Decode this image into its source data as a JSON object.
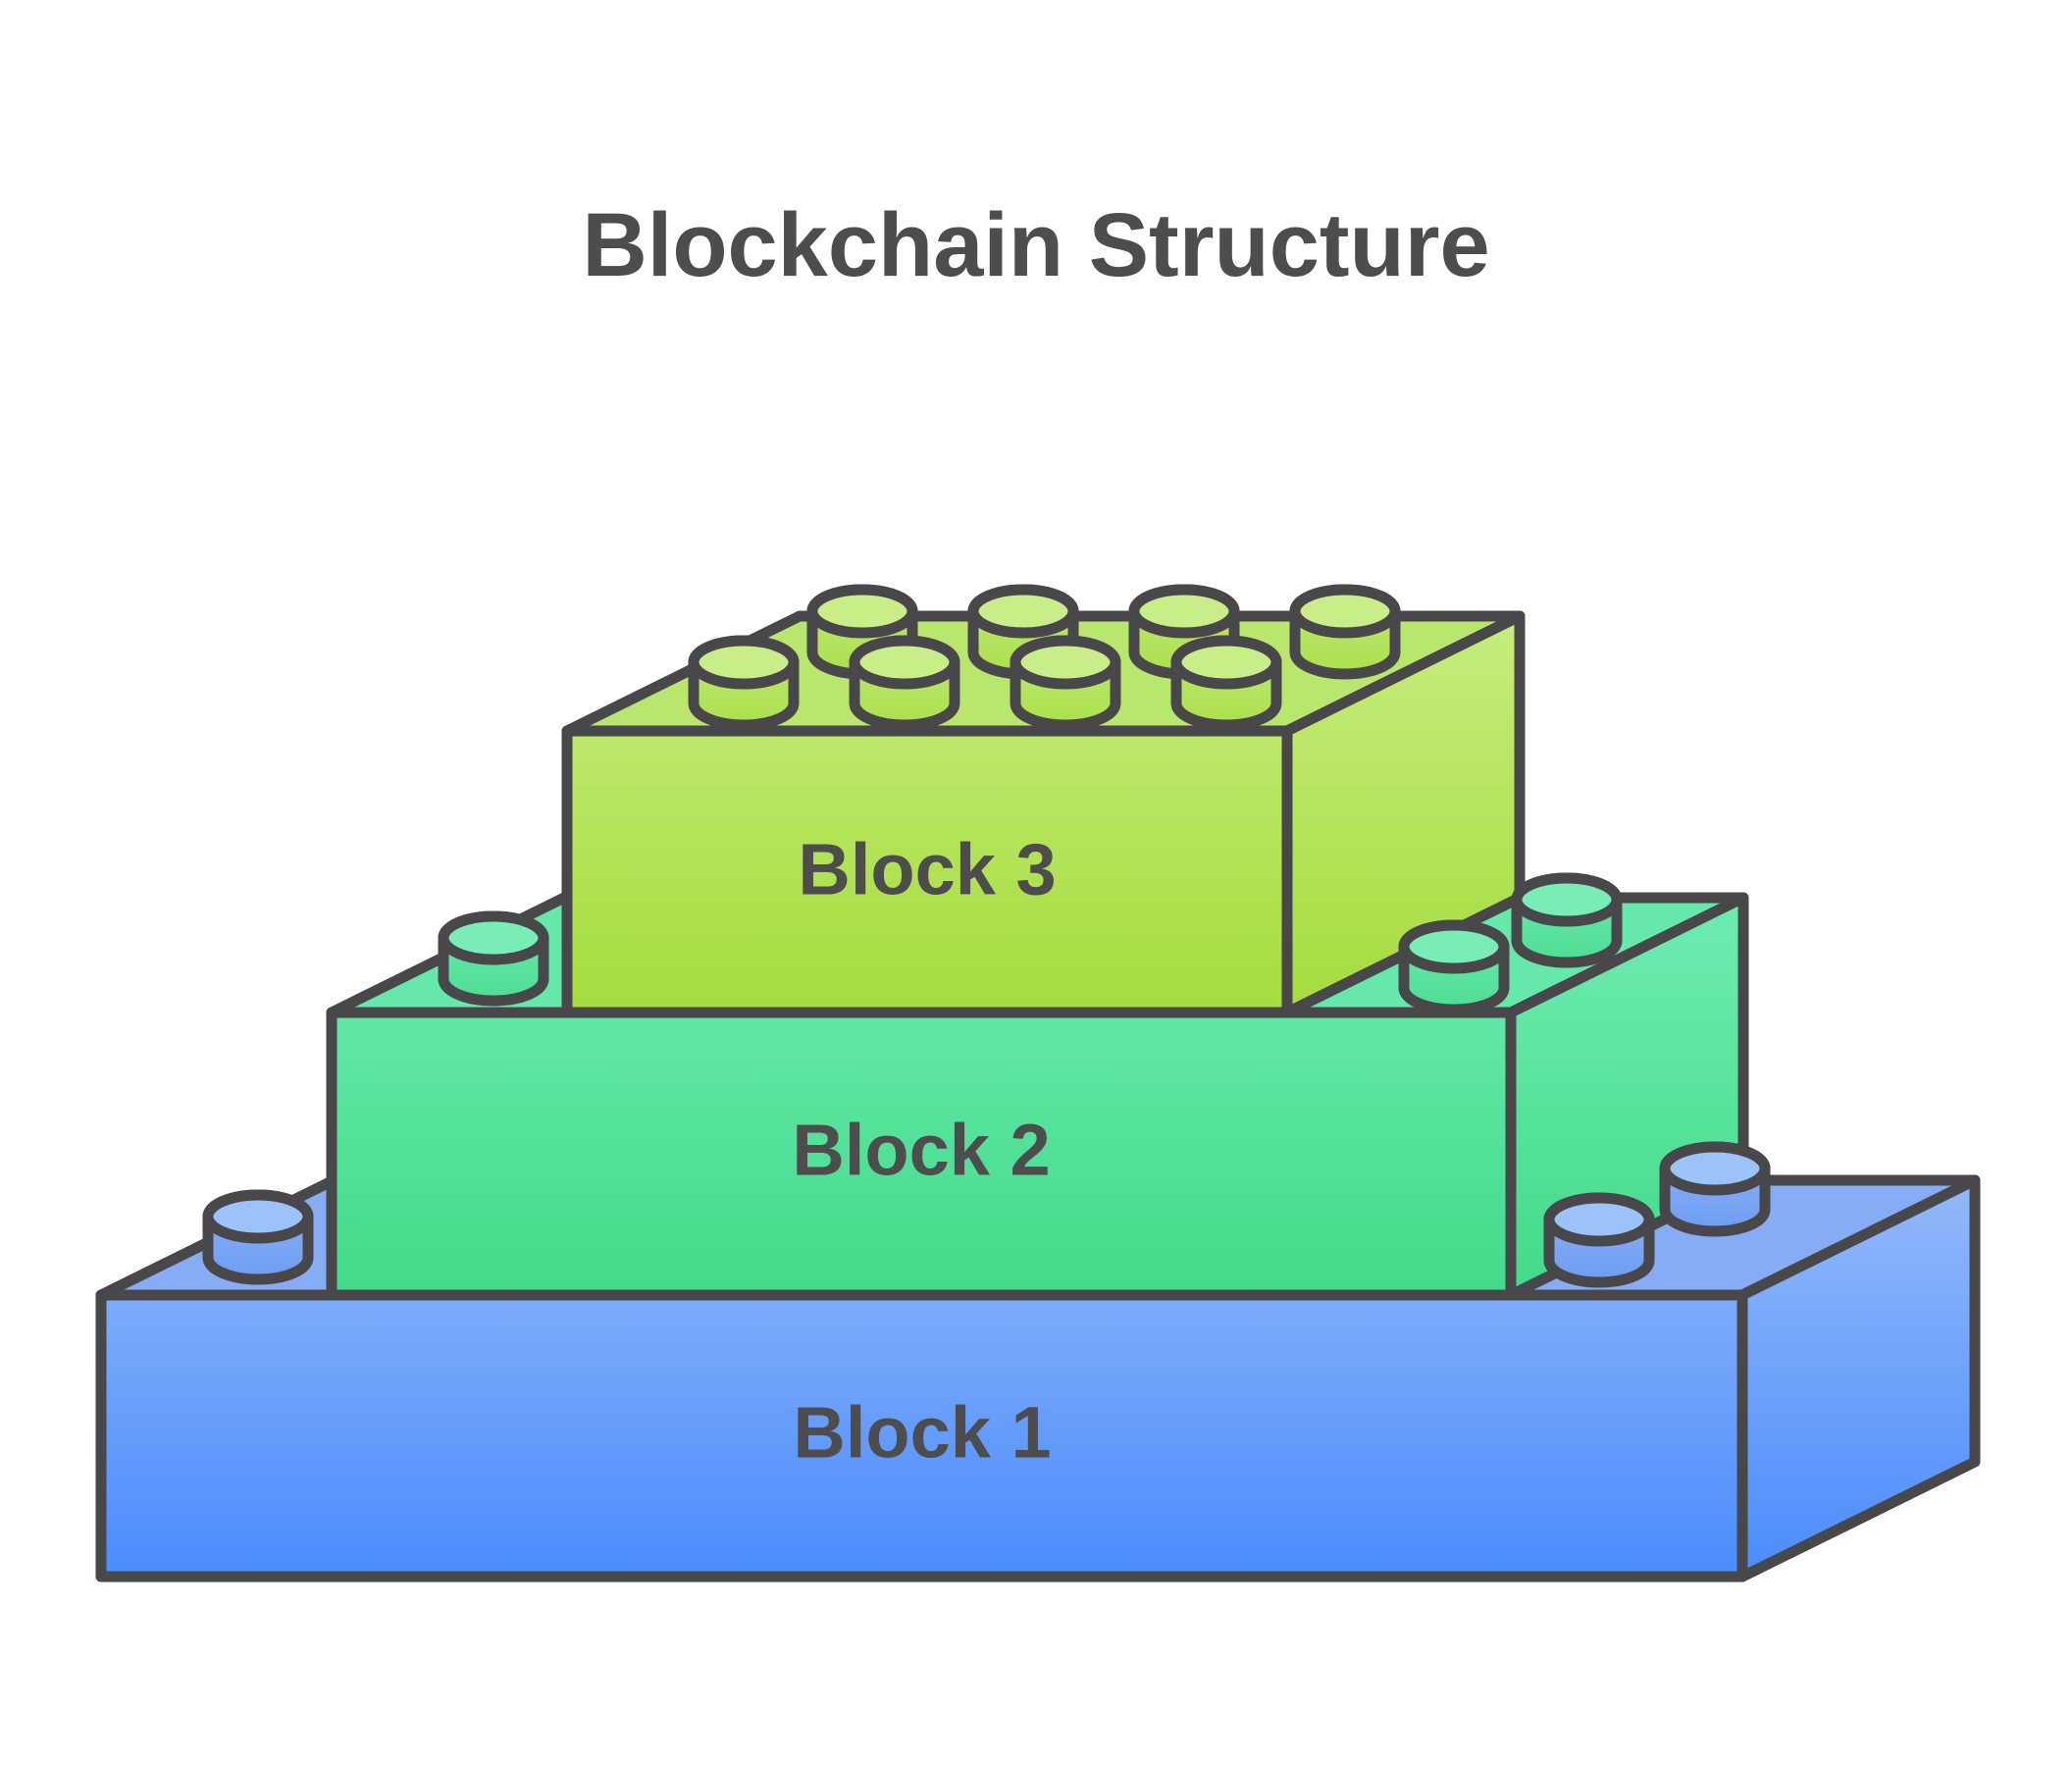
{
  "title": "Blockchain Structure",
  "text_color": "#4d4d4d",
  "outline_color": "#48484a",
  "background_color": "#ffffff",
  "diagram_type": "lego-brick pyramid, 3 stacked blocks",
  "blocks": [
    {
      "label": "Block 1",
      "position": "bottom",
      "studs_visible": 3,
      "colors": {
        "face_grad_light": "#93b8f8",
        "face_grad_dark": "#4a8cfd",
        "top_face": "#86acf4",
        "stud_side_light": "#8fb4f6",
        "stud_side_dark": "#6e9cf2",
        "stud_top": "#9cc2fa"
      }
    },
    {
      "label": "Block 2",
      "position": "middle",
      "studs_visible": 3,
      "colors": {
        "face_grad_light": "#6fecb1",
        "face_grad_dark": "#42da8a",
        "top_face": "#67e8ab",
        "stud_side_light": "#6fe9ae",
        "stud_side_dark": "#4edd95",
        "stud_top": "#79edb6"
      }
    },
    {
      "label": "Block 3",
      "position": "top",
      "studs_visible": 8,
      "colors": {
        "face_grad_light": "#c7ec7d",
        "face_grad_dark": "#a5dc3d",
        "top_face": "#b9e76e",
        "stud_side_light": "#c2ea77",
        "stud_side_dark": "#abdf4d",
        "stud_top": "#c9ee89"
      }
    }
  ]
}
